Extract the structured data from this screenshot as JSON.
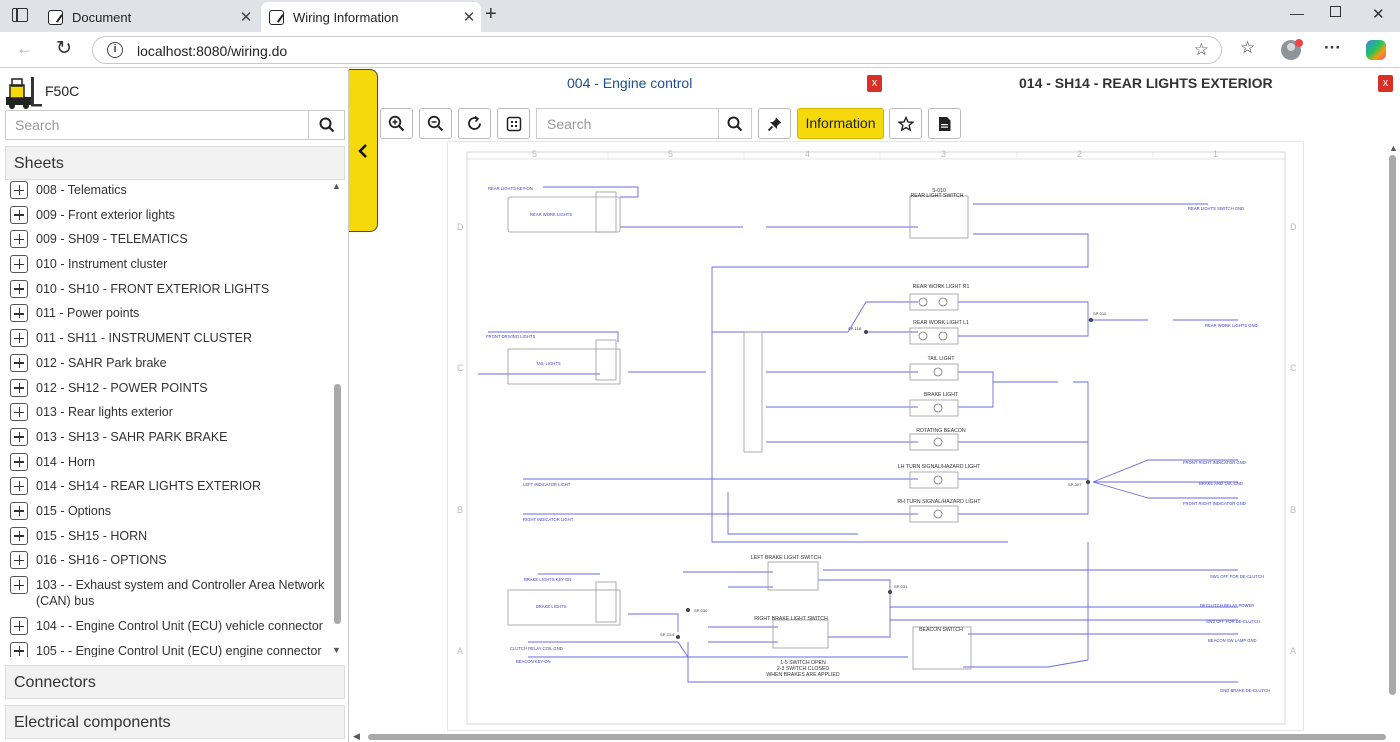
{
  "browser": {
    "tabs": [
      {
        "title": "Document",
        "active": false
      },
      {
        "title": "Wiring Information",
        "active": true
      }
    ],
    "url": "localhost:8080/wiring.do"
  },
  "sidebar": {
    "brand": "F50C",
    "search_placeholder": "Search",
    "sheets_header": "Sheets",
    "sheets": [
      "008 - Telematics",
      "009 - Front exterior lights",
      "009 - SH09 - TELEMATICS",
      "010 - Instrument cluster",
      "010 - SH10 - FRONT EXTERIOR LIGHTS",
      "011 - Power points",
      "011 - SH11 - INSTRUMENT CLUSTER",
      "012 - SAHR Park brake",
      "012 - SH12 - POWER POINTS",
      "013 - Rear lights exterior",
      "013 - SH13 - SAHR PARK BRAKE",
      "014 - Horn",
      "014 - SH14 - REAR LIGHTS EXTERIOR",
      "015 - Options",
      "015 - SH15 - HORN",
      "016 - SH16 - OPTIONS",
      "103 - - Exhaust system and Controller Area Network (CAN) bus",
      "104 - - Engine Control Unit (ECU) vehicle connector",
      "105 - - Engine Control Unit (ECU) engine connector"
    ],
    "connectors_header": "Connectors",
    "components_header": "Electrical components"
  },
  "document": {
    "tabs": [
      {
        "title": "004 - Engine control",
        "close": "x"
      },
      {
        "title": "014 - SH14 - REAR LIGHTS EXTERIOR",
        "close": "x"
      }
    ],
    "search_placeholder": "Search",
    "information_label": "Information"
  },
  "diagram": {
    "columns": [
      "5",
      "5",
      "4",
      "3",
      "2",
      "1"
    ],
    "rows": [
      "D",
      "C",
      "B",
      "A"
    ],
    "labels": {
      "rear_light_switch": "REAR LIGHT SWITCH",
      "s010": "S-010",
      "rear_work_light_r1": "REAR WORK LIGHT R1",
      "rear_work_light_l1": "REAR WORK LIGHT L1",
      "tail_light": "TAIL LIGHT",
      "brake_light": "BRAKE LIGHT",
      "rotating_beacon": "ROTATING BEACON",
      "lh_turn": "LH TURN SIGNAL/HAZARD LIGHT",
      "rh_turn": "RH TURN SIGNAL/HAZARD LIGHT",
      "left_brake_switch": "LEFT BRAKE LIGHT SWITCH",
      "right_brake_switch": "RIGHT BRAKE LIGHT SWITCH",
      "beacon_switch": "BEACON SWITCH",
      "switch_note_1": "1-5 SWITCH OPEN",
      "switch_note_2": "2-3 SWITCH CLOSED",
      "switch_note_3": "WHEN BRAKES ARE APPLIED",
      "rear_lights_key_on": "REAR LIGHTS KEY-ON",
      "rear_work_lights": "REAR WORK LIGHTS",
      "front_driving_lights": "FRONT DRIVING LIGHTS",
      "tail_lights": "TAIL LIGHTS",
      "left_indicator": "LEFT INDICATOR LIGHT",
      "right_indicator": "RIGHT INDICATOR LIGHT",
      "brake_lights_key_on": "BRAKE LIGHTS KEY-ON",
      "brake_lights": "BRAKE LIGHTS",
      "clutch_relay": "CLUTCH RELAY COIL GND",
      "beacon_key_on": "BEACON KEY-ON",
      "rear_lights_switch_gnd": "REAR LIGHTS SWITCH GND",
      "rear_work_lights_gnd": "REAR WORK LIGHTS GND",
      "front_right_indicator": "FRONT RIGHT INDICATOR GND",
      "brake_and_tail": "BRAKE AND TAIL GND",
      "front_right_indicator2": "FRONT RIGHT INDICATOR GND",
      "sw1_off": "SW1 OFF FOR DE-CLUTCH",
      "declutch_relay": "DECLUTCH RELAY POWER",
      "sw2_off": "SW2 OFF FOR DE-CLUTCH",
      "beacon_sw_gnd": "BEACON SW LAMP GND",
      "gnd_brake": "GND BRAKE DE-CLUTCH",
      "sp118": "SP-118",
      "sp010": "SP-010",
      "sp007": "SP-007",
      "sp030": "SP-030",
      "sp031": "SP-031",
      "sp014": "SP-G14"
    }
  },
  "colors": {
    "accent_yellow": "#f5d90a",
    "close_red": "#d93025",
    "wire_blue": "#4b4bd6"
  }
}
